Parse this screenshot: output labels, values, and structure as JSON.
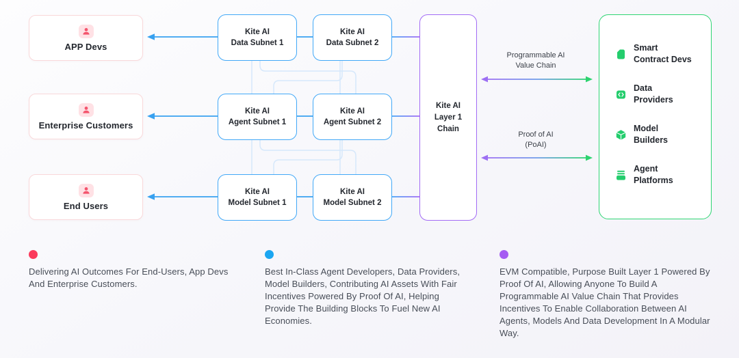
{
  "actors": [
    {
      "label": "APP Devs",
      "icon": "person-icon"
    },
    {
      "label": "Enterprise Customers",
      "icon": "person-icon"
    },
    {
      "label": "End Users",
      "icon": "person-icon"
    }
  ],
  "subnets": [
    {
      "title": "Kite AI",
      "subtitle": "Data Subnet 1"
    },
    {
      "title": "Kite AI",
      "subtitle": "Data Subnet 2"
    },
    {
      "title": "Kite AI",
      "subtitle": "Agent Subnet 1"
    },
    {
      "title": "Kite AI",
      "subtitle": "Agent Subnet 2"
    },
    {
      "title": "Kite AI",
      "subtitle": "Model Subnet 1"
    },
    {
      "title": "Kite AI",
      "subtitle": "Model Subnet 2"
    }
  ],
  "chain": {
    "line1": "Kite AI",
    "line2": "Layer 1",
    "line3": "Chain"
  },
  "value_flows": [
    {
      "line1": "Programmable AI",
      "line2": "Value Chain"
    },
    {
      "line1": "Proof of AI",
      "line2": "(PoAI)"
    }
  ],
  "ecosystem": {
    "items": [
      {
        "icon": "smart-contract-icon",
        "line1": "Smart",
        "line2": "Contract Devs"
      },
      {
        "icon": "data-providers-icon",
        "line1": "Data",
        "line2": "Providers"
      },
      {
        "icon": "model-builders-icon",
        "line1": "Model",
        "line2": "Builders"
      },
      {
        "icon": "agent-platforms-icon",
        "line1": "Agent",
        "line2": "Platforms"
      }
    ]
  },
  "legend": [
    {
      "dot_color": "#fb3b5c",
      "text": "Delivering AI Outcomes For End-Users, App Devs And Enterprise Customers."
    },
    {
      "dot_color": "#1ba6f1",
      "text": "Best In-Class Agent Developers, Data Providers, Model Builders, Contributing AI Assets With Fair Incentives Powered By Proof Of AI, Helping Provide The Building Blocks To Fuel New AI Economies."
    },
    {
      "dot_color": "#a55cf2",
      "text": "EVM Compatible, Purpose Built Layer 1 Powered By Proof Of AI, Allowing Anyone To Build A Programmable AI Value Chain That Provides Incentives To Enable Collaboration Between AI Agents, Models And Data Development In A Modular Way."
    }
  ],
  "colors": {
    "actor_border": "#f9d8da",
    "subnet_border": "#41a8f7",
    "chain_border": "#a26bf5",
    "ecosystem_border": "#2ed573",
    "arrow_blue": "#38a1f0",
    "gradient_purple": "#9d6ff3",
    "gradient_green": "#2dd36f",
    "person_icon_red": "#f4556d"
  }
}
